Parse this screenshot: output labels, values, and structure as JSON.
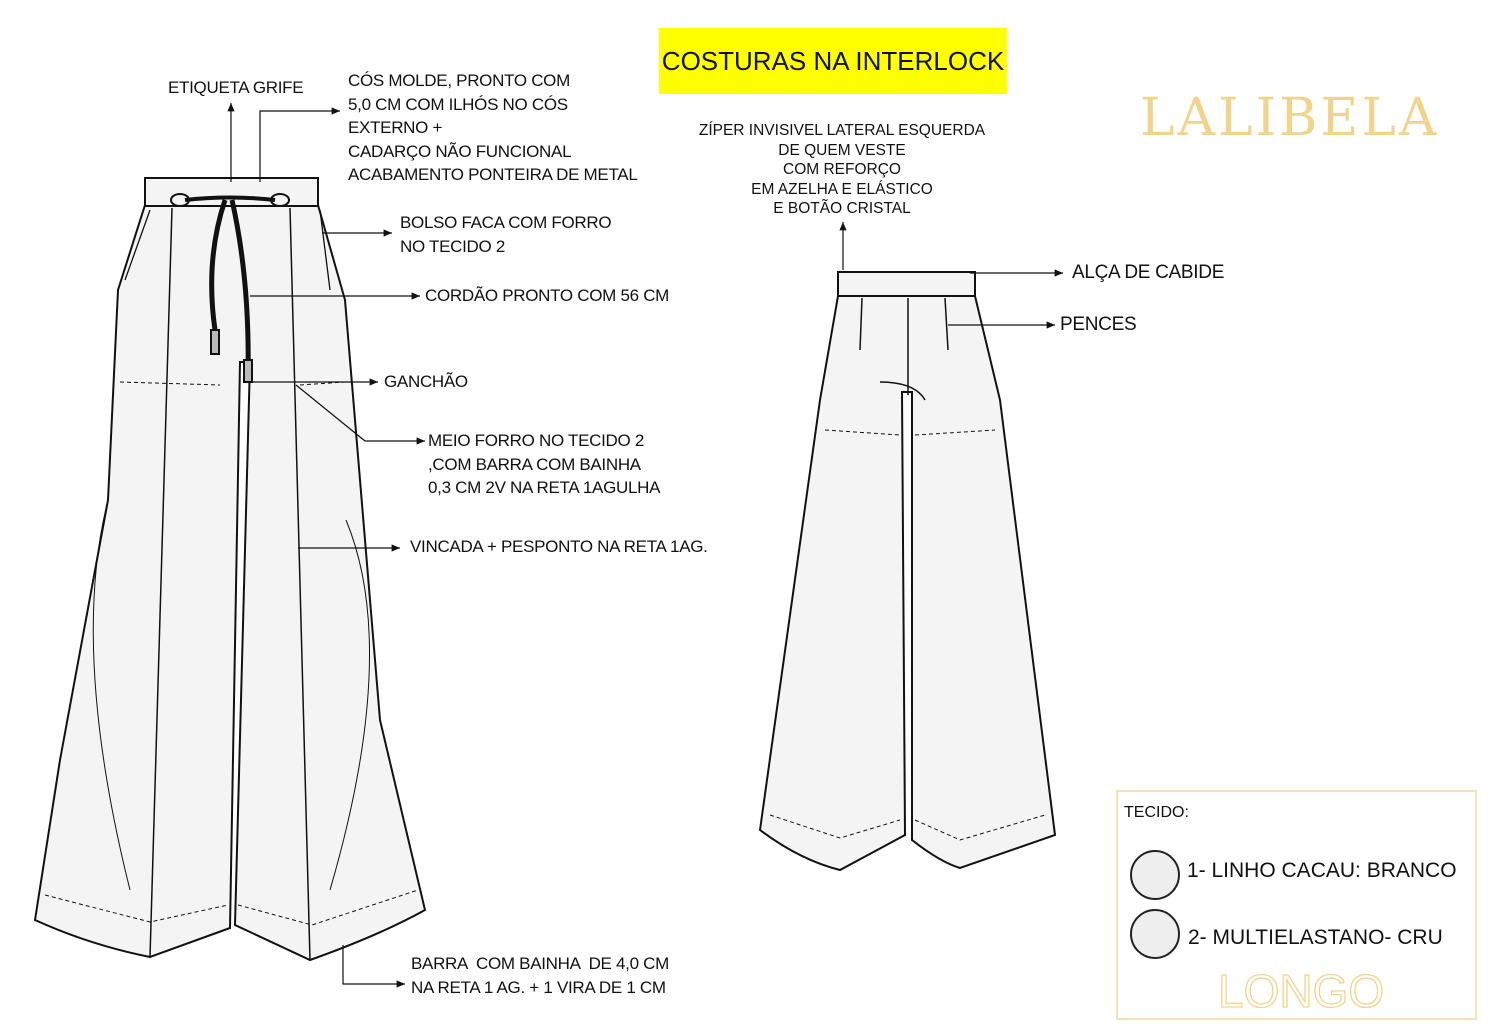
{
  "title": "COSTURAS NA INTERLOCK",
  "brand": "LALIBELA",
  "front_labels": {
    "etiqueta": "ETIQUETA GRIFE",
    "cos": "CÓS MOLDE, PRONTO COM\n5,0 CM COM ILHÓS NO CÓS\nEXTERNO +\nCADARÇO NÃO FUNCIONAL\nACABAMENTO PONTEIRA DE METAL",
    "bolso": "BOLSO FACA COM FORRO\nNO TECIDO 2",
    "cordao": "CORDÃO PRONTO COM 56 CM",
    "ganchao": "GANCHÃO",
    "meio_forro": "MEIO FORRO NO TECIDO 2\n,COM BARRA COM BAINHA\n0,3 CM 2V NA RETA 1AGULHA",
    "vincada": "VINCADA + PESPONTO NA RETA 1AG.",
    "barra": "BARRA  COM BAINHA  DE 4,0 CM\nNA RETA 1 AG. + 1 VIRA DE 1 CM"
  },
  "back_labels": {
    "ziper": "ZÍPER INVISIVEL LATERAL ESQUERDA\nDE QUEM VESTE\nCOM REFORÇO\nEM AZELHA E ELÁSTICO\nE BOTÃO CRISTAL",
    "alca": "ALÇA DE CABIDE",
    "pences": "PENCES"
  },
  "fabric": {
    "heading": "TECIDO:",
    "items": [
      "1- LINHO CACAU: BRANCO",
      "2- MULTIELASTANO- CRU"
    ],
    "length": "LONGO"
  },
  "colors": {
    "title_bg": "#ffff00",
    "brand": "#f1d48a"
  }
}
